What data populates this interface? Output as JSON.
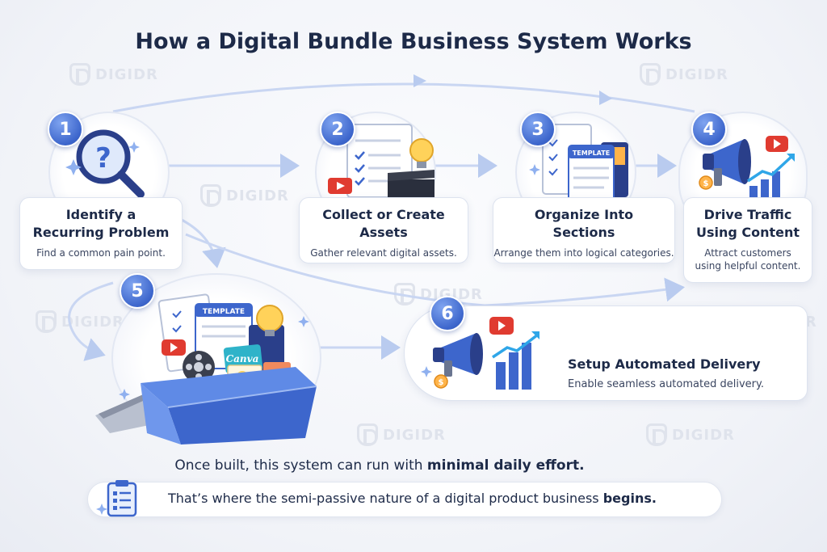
{
  "title": "How a Digital Bundle Business System Works",
  "watermark": "DIGIDR",
  "steps": [
    {
      "number": "1",
      "title_line1": "Identify a",
      "title_line2": "Recurring Problem",
      "desc": "Find a common pain point."
    },
    {
      "number": "2",
      "title_line1": "Collect or Create",
      "title_line2": "Assets",
      "desc": "Gather relevant digital assets."
    },
    {
      "number": "3",
      "title_line1": "Organize Into",
      "title_line2": "Sections",
      "desc": "Arrange them into logical categories."
    },
    {
      "number": "4",
      "title_line1": "Drive Traffic",
      "title_line2": "Using Content",
      "desc_line1": "Attract customers",
      "desc_line2": "using helpful content."
    },
    {
      "number": "5"
    },
    {
      "number": "6",
      "title": "Setup Automated Delivery",
      "desc": "Enable seamless automated delivery."
    }
  ],
  "illustration_labels": {
    "template": "TEMPLATE",
    "canva": "Canva"
  },
  "summary": {
    "prefix": "Once built, this system can run with ",
    "bold": "minimal daily effort."
  },
  "note": {
    "prefix": "That’s where the semi-passive nature of a digital product business ",
    "bold": "begins."
  },
  "colors": {
    "accent": "#3d66cc",
    "arrow": "#b9cbef",
    "title": "#1d2a48"
  }
}
